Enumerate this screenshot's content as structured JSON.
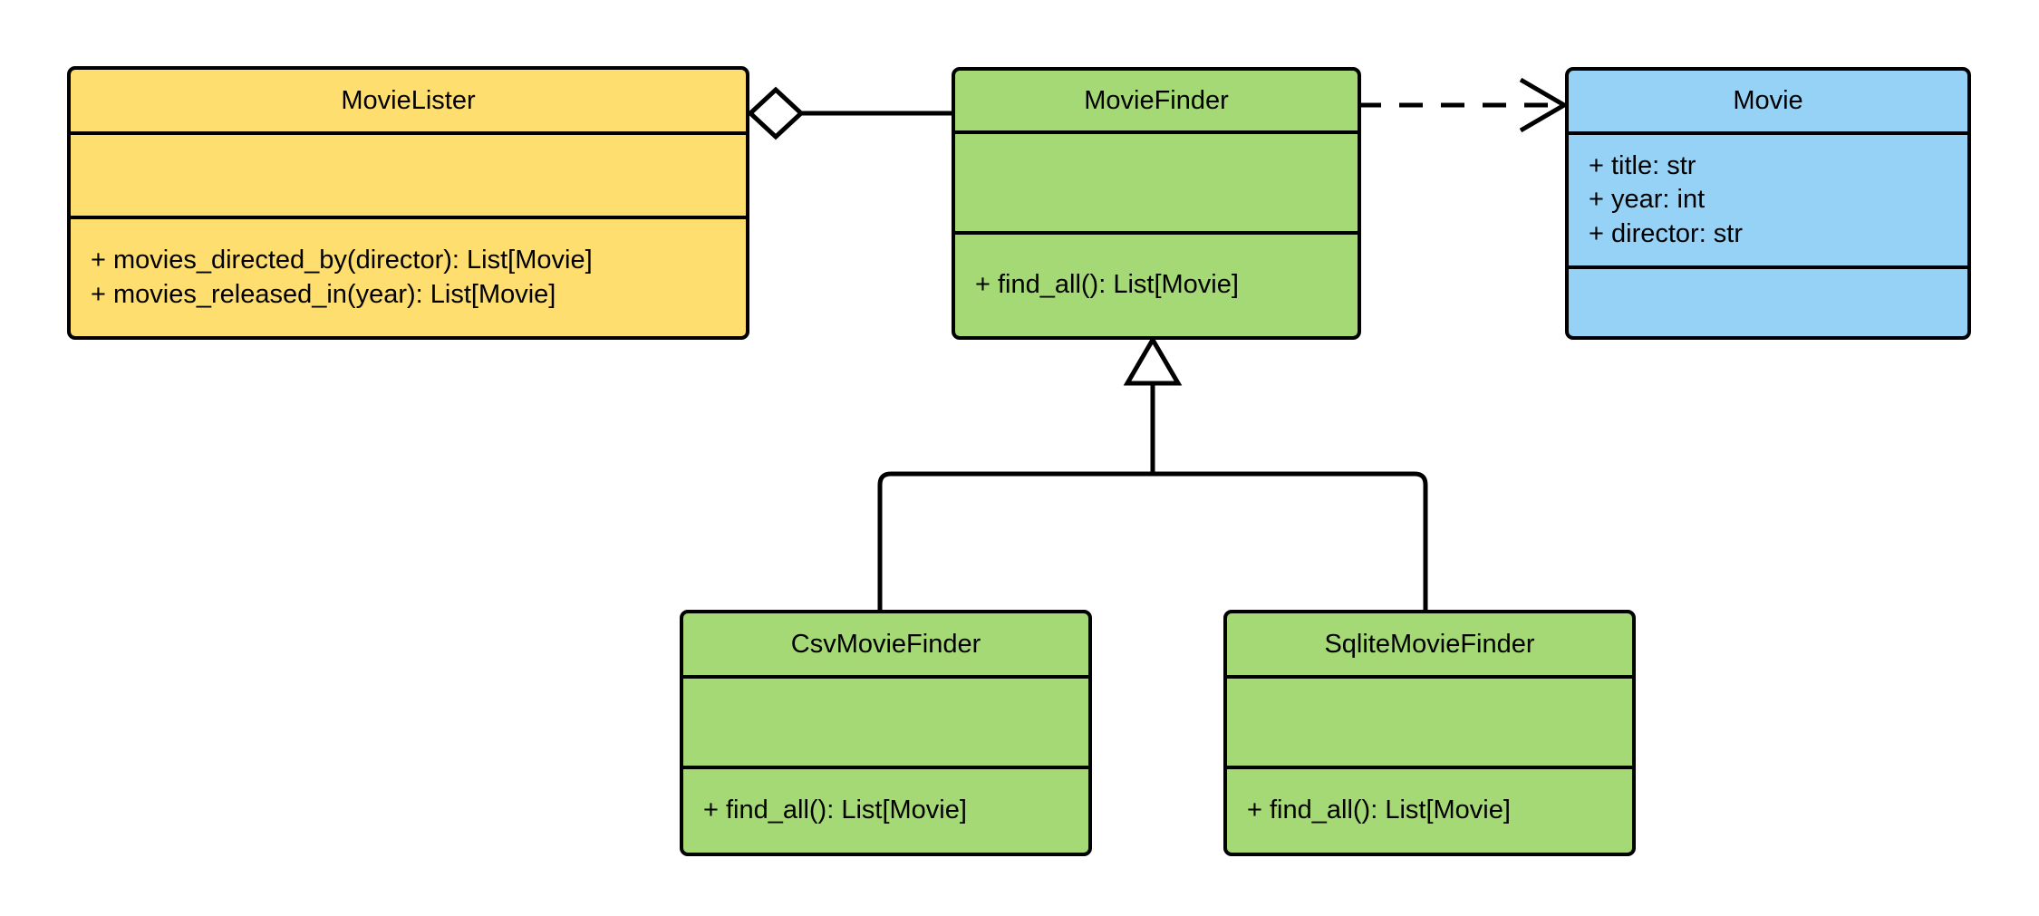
{
  "diagram": {
    "type": "uml-class-diagram",
    "title": "MovieLister dependency injection class diagram",
    "background_color": "#ffffff",
    "line_color": "#000000",
    "palette": {
      "yellow_fill": "#FFDE70",
      "green_fill": "#A5D976",
      "blue_fill": "#95D2F5",
      "border": "#000000"
    }
  },
  "classes": {
    "movie_lister": {
      "name": "MovieLister",
      "fill": "#FFDE70",
      "attributes": [],
      "methods": [
        "+ movies_directed_by(director): List[Movie]",
        "+ movies_released_in(year): List[Movie]"
      ]
    },
    "movie_finder": {
      "name": "MovieFinder",
      "fill": "#A5D976",
      "attributes": [],
      "methods": [
        "+ find_all(): List[Movie]"
      ]
    },
    "movie": {
      "name": "Movie",
      "fill": "#95D2F5",
      "attributes": [
        "+ title: str",
        "+ year: int",
        "+ director: str"
      ],
      "methods": []
    },
    "csv_movie_finder": {
      "name": "CsvMovieFinder",
      "fill": "#A5D976",
      "attributes": [],
      "methods": [
        "+ find_all(): List[Movie]"
      ]
    },
    "sqlite_movie_finder": {
      "name": "SqliteMovieFinder",
      "fill": "#A5D976",
      "attributes": [],
      "methods": [
        "+ find_all(): List[Movie]"
      ]
    }
  },
  "relationships": [
    {
      "id": "aggregation",
      "kind": "aggregation",
      "from": "MovieLister",
      "to": "MovieFinder",
      "style": "solid",
      "marker": "open-diamond"
    },
    {
      "id": "dependency",
      "kind": "dependency",
      "from": "MovieFinder",
      "to": "Movie",
      "style": "dashed",
      "marker": "open-arrow"
    },
    {
      "id": "inheritance-csv",
      "kind": "generalization",
      "from": "CsvMovieFinder",
      "to": "MovieFinder",
      "style": "solid",
      "marker": "hollow-triangle"
    },
    {
      "id": "inheritance-sqlite",
      "kind": "generalization",
      "from": "SqliteMovieFinder",
      "to": "MovieFinder",
      "style": "solid",
      "marker": "hollow-triangle"
    }
  ]
}
